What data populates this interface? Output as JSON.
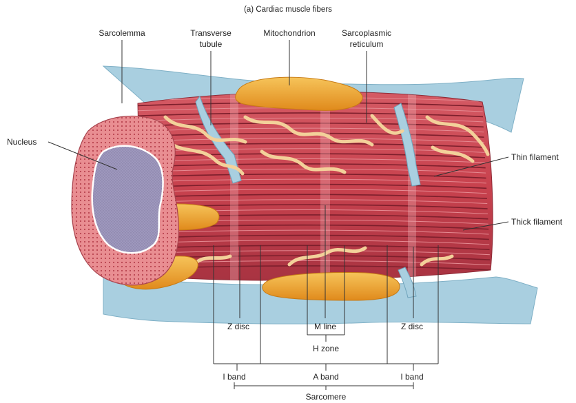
{
  "title": "(a) Cardiac muscle fibers",
  "labels": {
    "sarcolemma": "Sarcolemma",
    "transverse_tubule": [
      "Transverse",
      "tubule"
    ],
    "mitochondrion": "Mitochondrion",
    "sarcoplasmic_reticulum": [
      "Sarcoplasmic",
      "reticulum"
    ],
    "nucleus": "Nucleus",
    "thin_filament": "Thin filament",
    "thick_filament": "Thick filament",
    "z_disc_left": "Z disc",
    "m_line": "M line",
    "z_disc_right": "Z disc",
    "h_zone": "H zone",
    "i_band_left": "I band",
    "a_band": "A band",
    "i_band_right": "I band",
    "sarcomere": "Sarcomere"
  },
  "colors": {
    "sarcolemma": "#a9cfe0",
    "muscle": "#c5434f",
    "muscle_light": "#e07a82",
    "reticulum": "#f3d19a",
    "mitochondrion": "#f0a92c",
    "nucleus": "#a9a3c4",
    "end_face": "#e88a8e"
  }
}
